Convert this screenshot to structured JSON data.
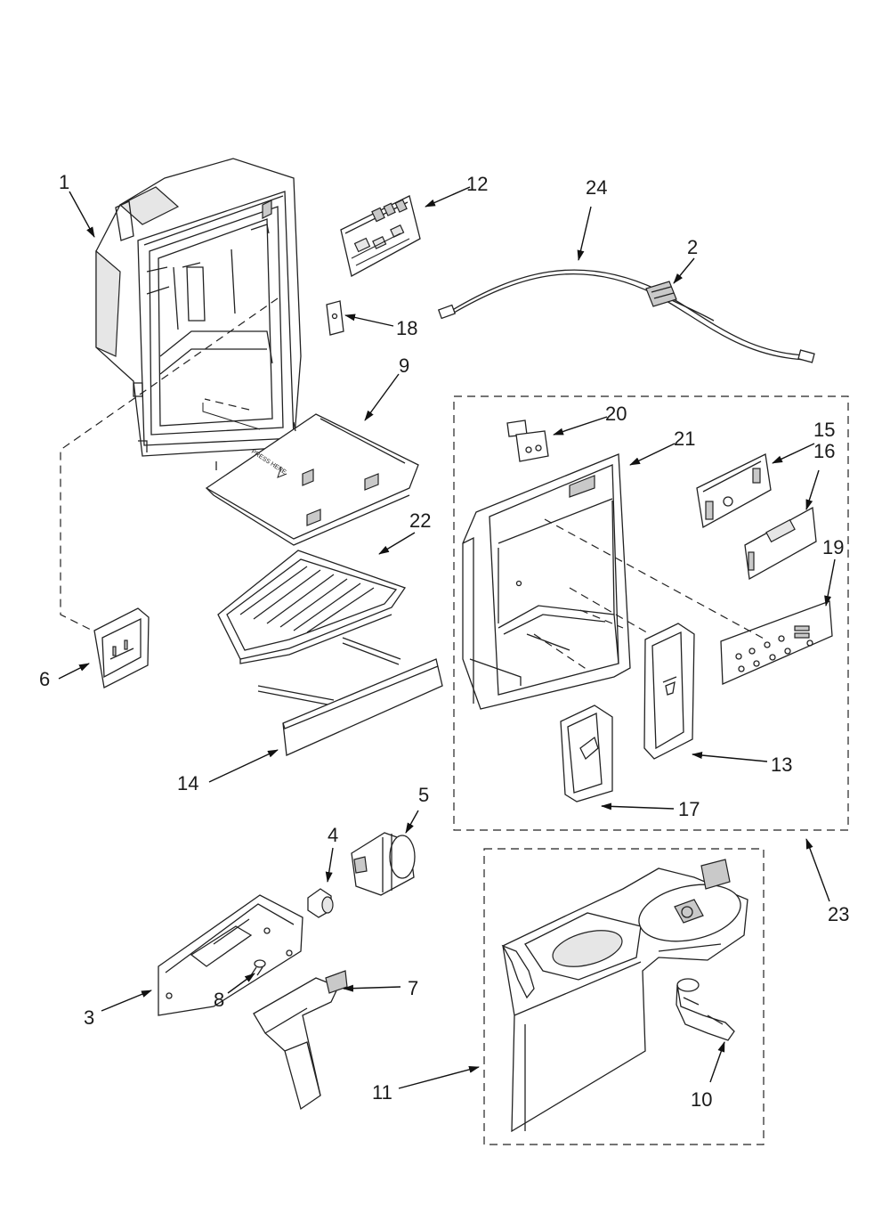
{
  "callouts": {
    "c1": "1",
    "c2": "2",
    "c3": "3",
    "c4": "4",
    "c5": "5",
    "c6": "6",
    "c7": "7",
    "c8": "8",
    "c9": "9",
    "c10": "10",
    "c11": "11",
    "c12": "12",
    "c13": "13",
    "c14": "14",
    "c15": "15",
    "c16": "16",
    "c17": "17",
    "c18": "18",
    "c19": "19",
    "c20": "20",
    "c21": "21",
    "c22": "22",
    "c23": "23",
    "c24": "24"
  },
  "part_text": {
    "press_here": "PRESS HERE"
  }
}
